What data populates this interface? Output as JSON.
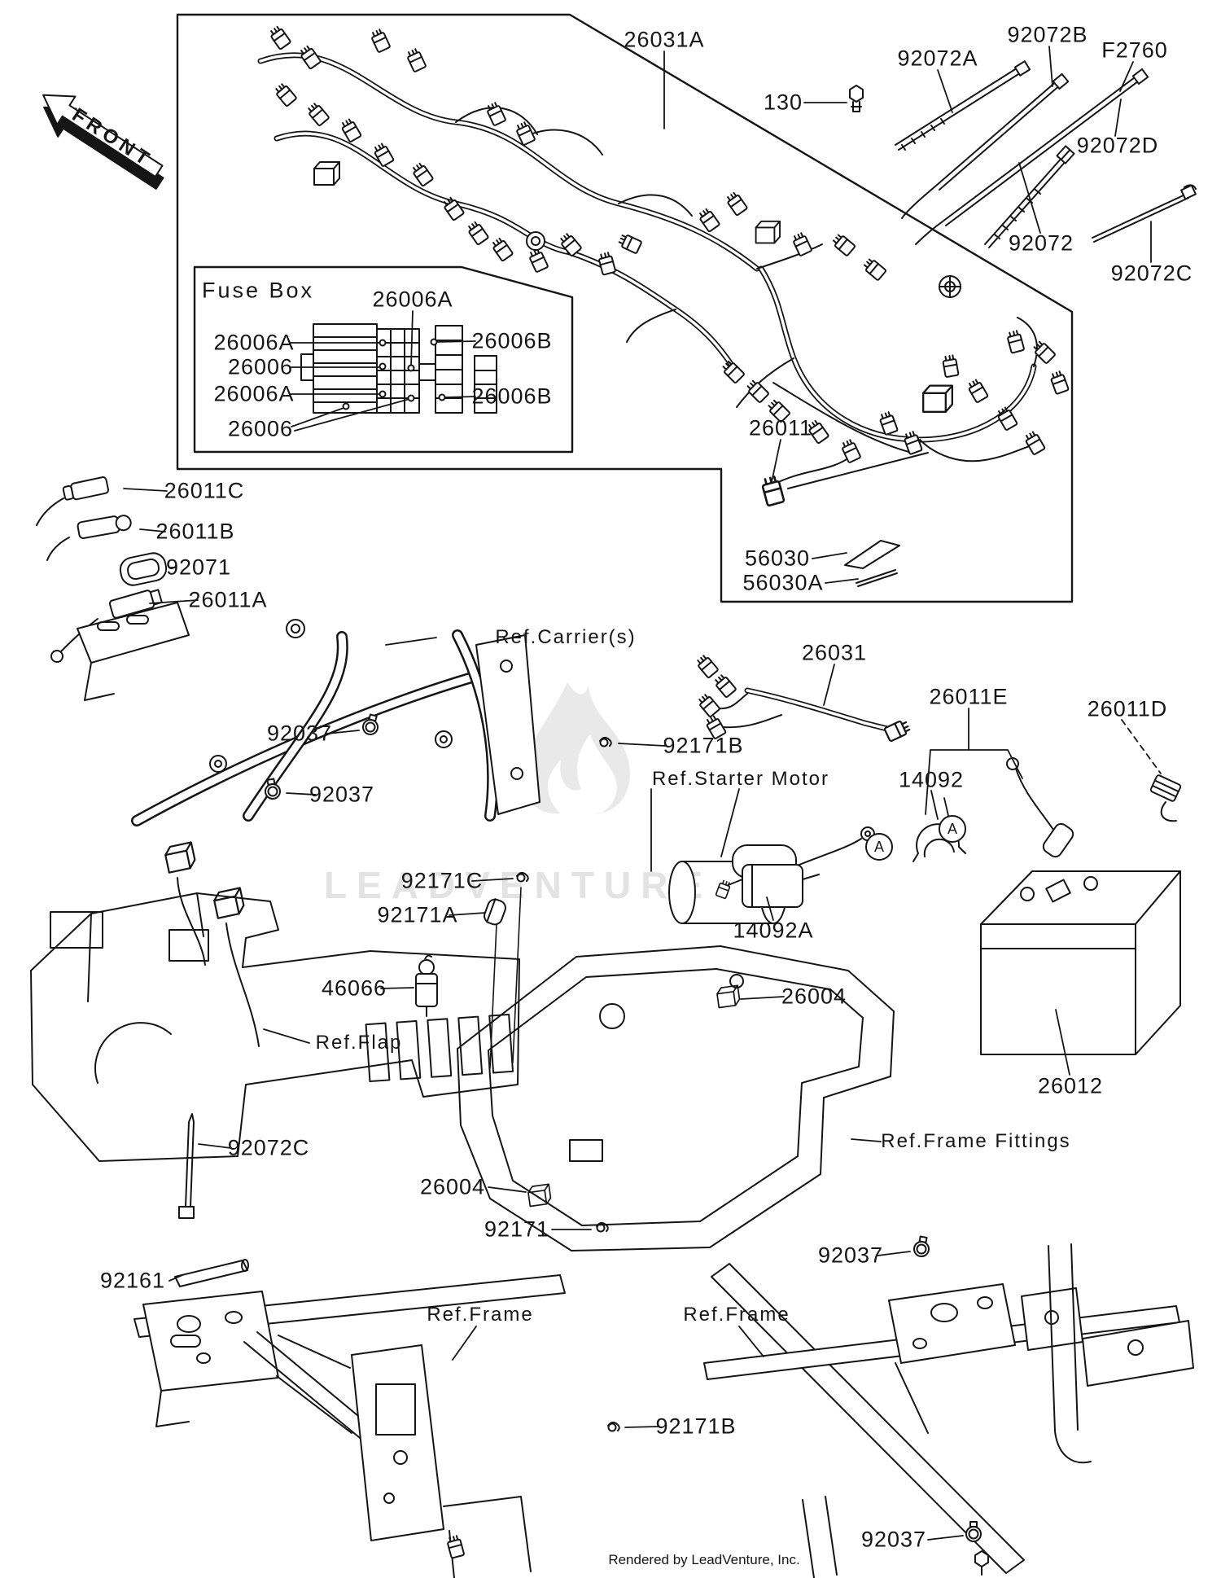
{
  "front_label": "FRONT",
  "inset": {
    "title": "Fuse Box"
  },
  "markers": {
    "a": "A"
  },
  "watermark": {
    "text": "LEADVENTURE",
    "credit": "Rendered by LeadVenture, Inc."
  },
  "colors": {
    "line": "#151515",
    "watermark": "#e3e3e3",
    "background": "#ffffff"
  },
  "labels": [
    {
      "text": "26031A"
    },
    {
      "text": "130"
    },
    {
      "text": "92072A"
    },
    {
      "text": "92072B"
    },
    {
      "text": "F2760"
    },
    {
      "text": "92072D"
    },
    {
      "text": "92072"
    },
    {
      "text": "92072C"
    },
    {
      "text": "26006A"
    },
    {
      "text": "26006A"
    },
    {
      "text": "26006"
    },
    {
      "text": "26006A"
    },
    {
      "text": "26006"
    },
    {
      "text": "26006B"
    },
    {
      "text": "26006B"
    },
    {
      "text": "26011"
    },
    {
      "text": "56030"
    },
    {
      "text": "56030A"
    },
    {
      "text": "26011C"
    },
    {
      "text": "26011B"
    },
    {
      "text": "92071"
    },
    {
      "text": "26011A"
    },
    {
      "text": "Ref.Carrier(s)"
    },
    {
      "text": "92037"
    },
    {
      "text": "92037"
    },
    {
      "text": "92171B"
    },
    {
      "text": "26031"
    },
    {
      "text": "26011E"
    },
    {
      "text": "26011D"
    },
    {
      "text": "14092"
    },
    {
      "text": "Ref.Starter Motor"
    },
    {
      "text": "92171C"
    },
    {
      "text": "92171A"
    },
    {
      "text": "46066"
    },
    {
      "text": "14092A"
    },
    {
      "text": "26004"
    },
    {
      "text": "26012"
    },
    {
      "text": "Ref.Frame Fittings"
    },
    {
      "text": "Ref.Flap"
    },
    {
      "text": "92072C"
    },
    {
      "text": "26004"
    },
    {
      "text": "92171"
    },
    {
      "text": "92037"
    },
    {
      "text": "92161"
    },
    {
      "text": "Ref.Frame"
    },
    {
      "text": "Ref.Frame"
    },
    {
      "text": "92171B"
    },
    {
      "text": "92037"
    }
  ]
}
